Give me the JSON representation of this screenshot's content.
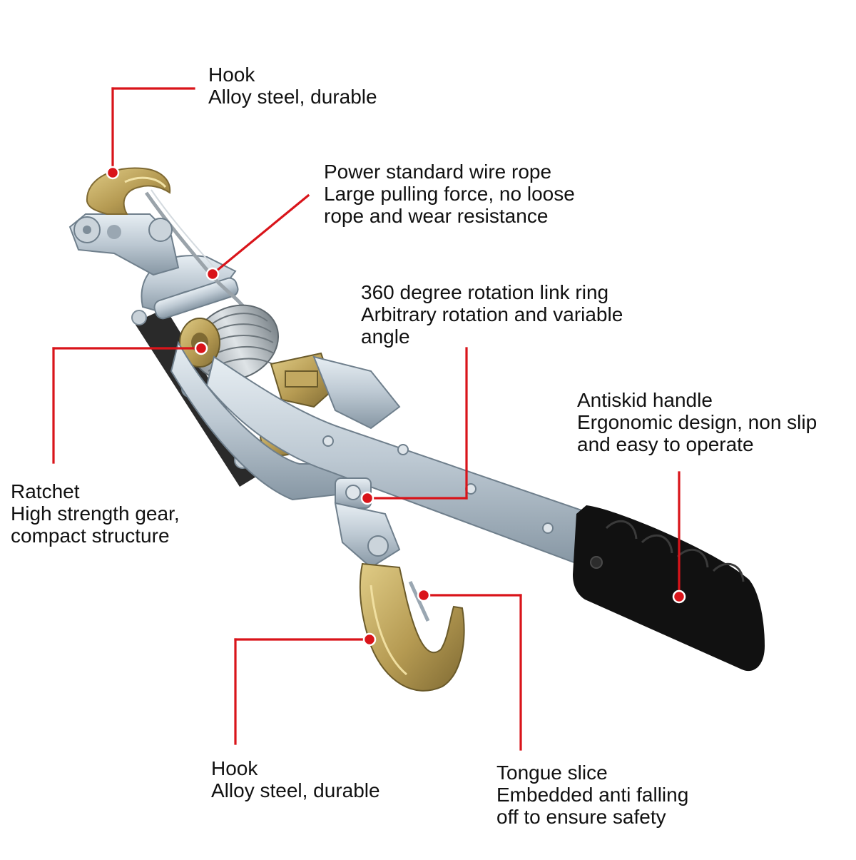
{
  "colors": {
    "background": "#ffffff",
    "leader": "#d9141a",
    "text": "#111111",
    "galvanized_steel": "#bcc8d2",
    "steel_shadow": "#7e8d99",
    "gold_hook": "#b59a52",
    "gold_hook_shadow": "#7f6a33",
    "black_grip": "#111111"
  },
  "callouts": [
    {
      "id": "hook-top",
      "title": "Hook",
      "lines": [
        "Alloy steel, durable"
      ]
    },
    {
      "id": "wire-rope",
      "title": "Power standard wire rope",
      "lines": [
        "Large pulling force, no loose",
        "rope and wear resistance"
      ]
    },
    {
      "id": "link-ring",
      "title": "360 degree rotation link ring",
      "lines": [
        "Arbitrary rotation and variable",
        "angle"
      ]
    },
    {
      "id": "handle",
      "title": "Antiskid handle",
      "lines": [
        "Ergonomic design, non slip",
        "and easy to operate"
      ]
    },
    {
      "id": "ratchet",
      "title": "Ratchet",
      "lines": [
        "High strength gear,",
        "compact structure"
      ]
    },
    {
      "id": "hook-bottom",
      "title": "Hook",
      "lines": [
        "Alloy steel, durable"
      ]
    },
    {
      "id": "tongue",
      "title": "Tongue slice",
      "lines": [
        "Embedded anti falling",
        "off to ensure safety"
      ]
    }
  ]
}
